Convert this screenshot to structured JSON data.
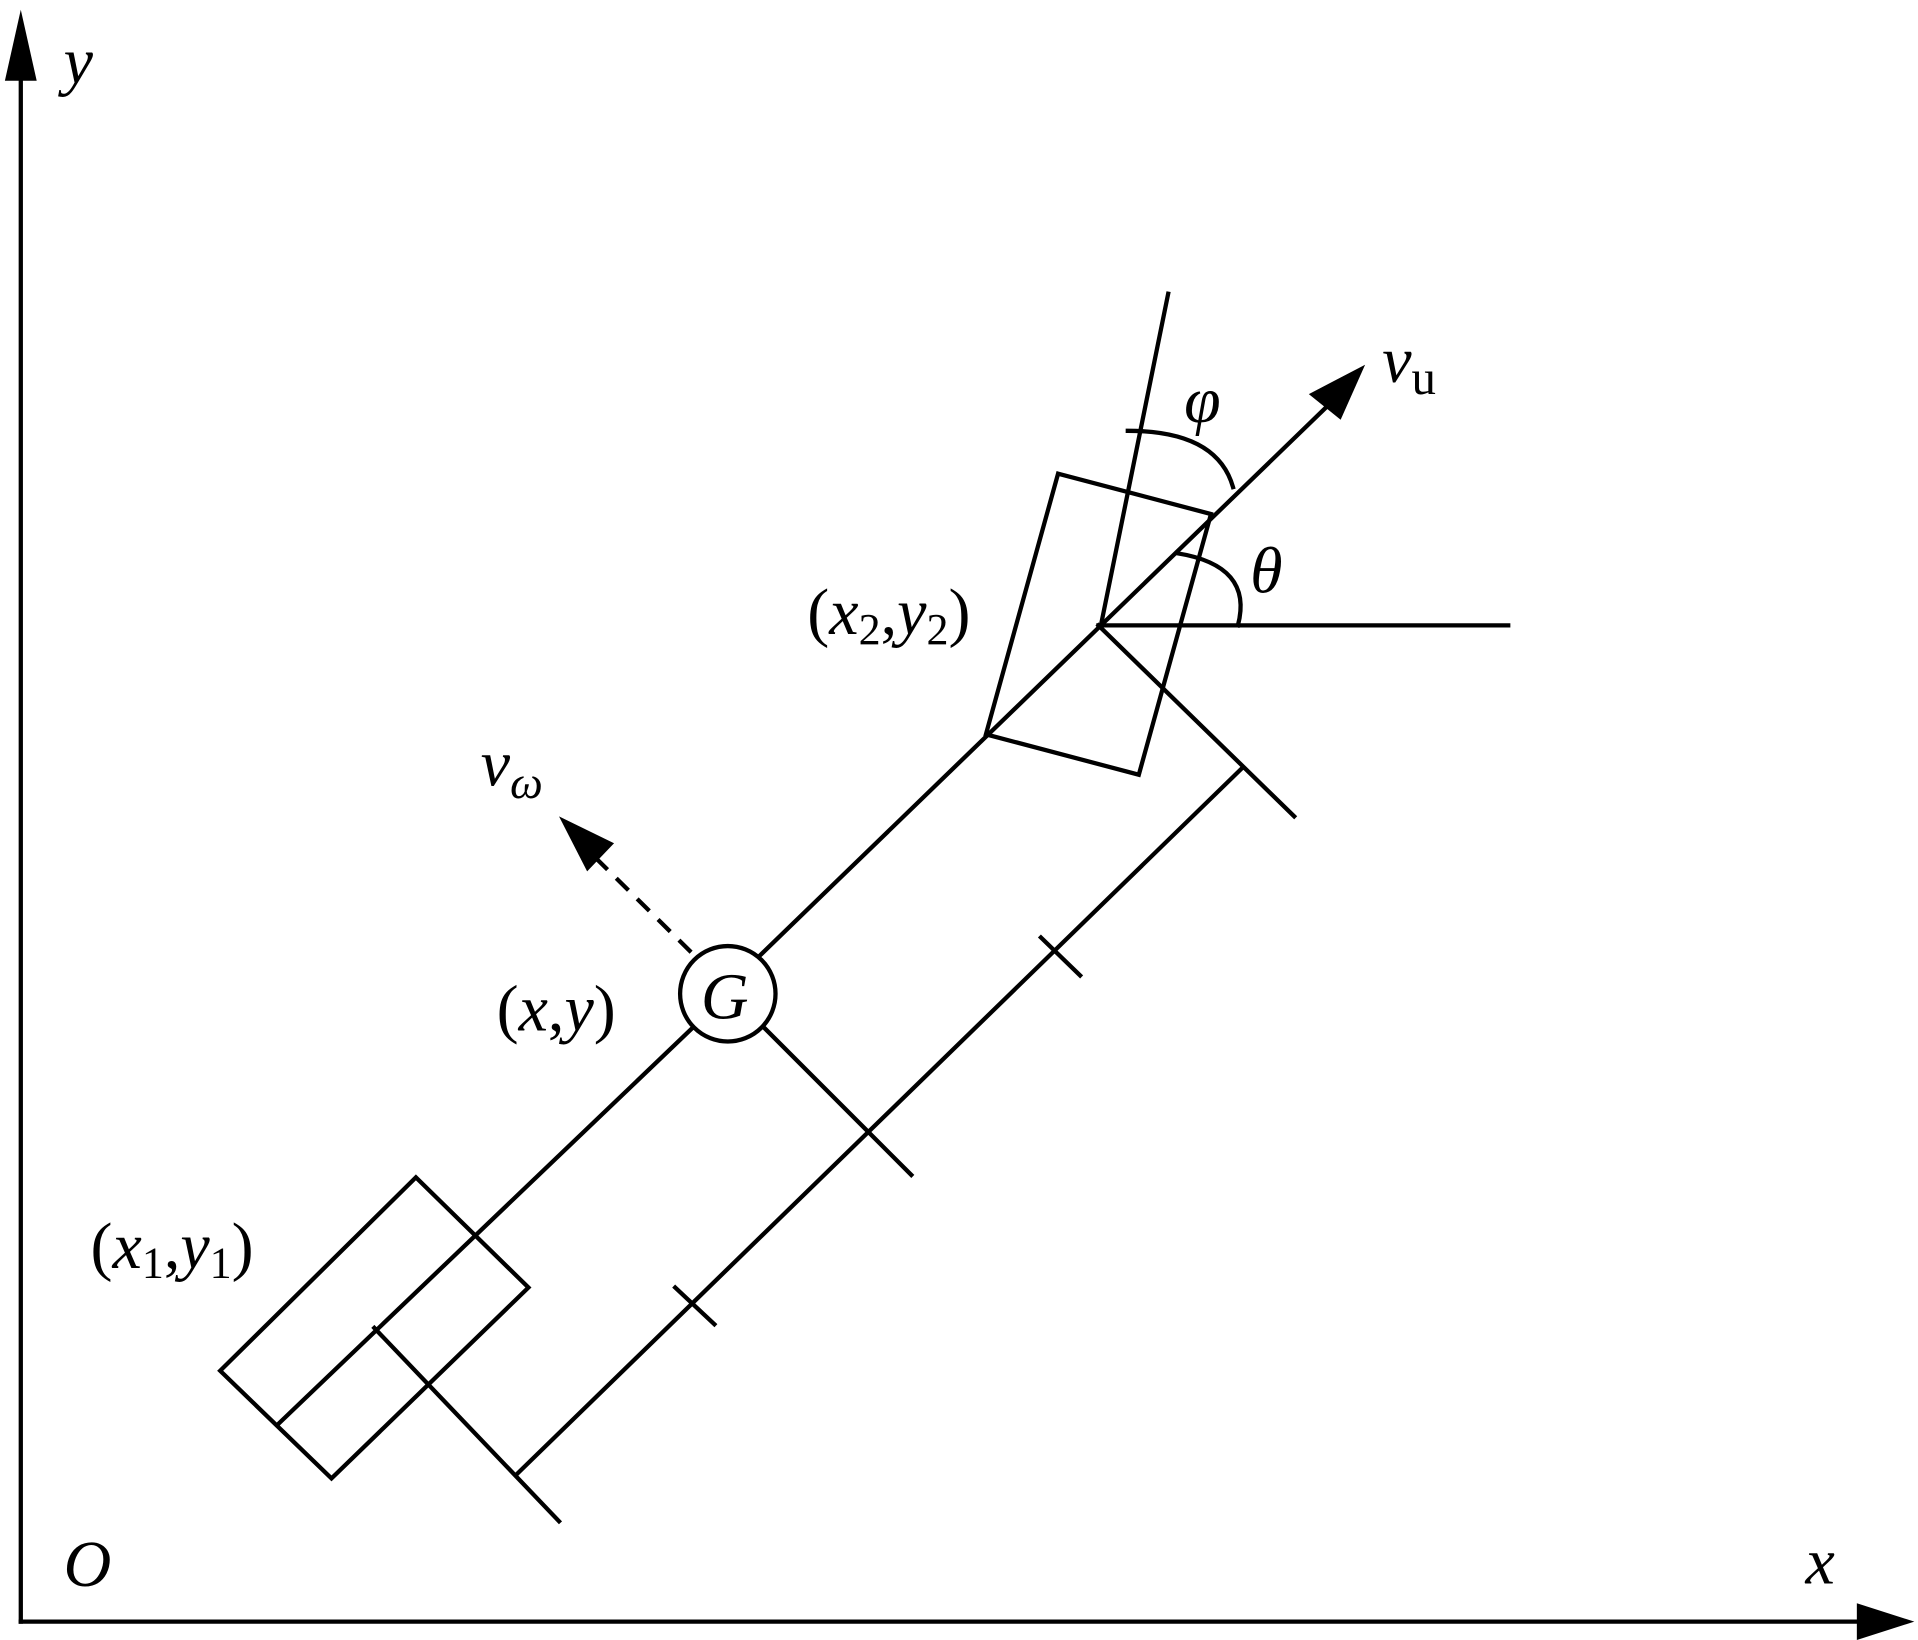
{
  "axes": {
    "x_label": "x",
    "y_label": "y",
    "origin_label": "O"
  },
  "points": {
    "rear": {
      "open": "(",
      "x": "x",
      "x_sub": "1",
      "comma": ",",
      "y": "y",
      "y_sub": "1",
      "close": ")"
    },
    "front": {
      "open": "(",
      "x": "x",
      "x_sub": "2",
      "comma": ",",
      "y": "y",
      "y_sub": "2",
      "close": ")"
    },
    "center": {
      "open": "(",
      "x": "x",
      "comma": ",",
      "y": "y",
      "close": ")"
    }
  },
  "center_of_gravity": "G",
  "velocities": {
    "longitudinal": {
      "symbol": "v",
      "sub": "u"
    },
    "lateral": {
      "symbol": "v",
      "sub": "ω"
    }
  },
  "angles": {
    "steering": "φ",
    "heading": "θ"
  },
  "colors": {
    "stroke": "#000000",
    "background": "#ffffff"
  }
}
